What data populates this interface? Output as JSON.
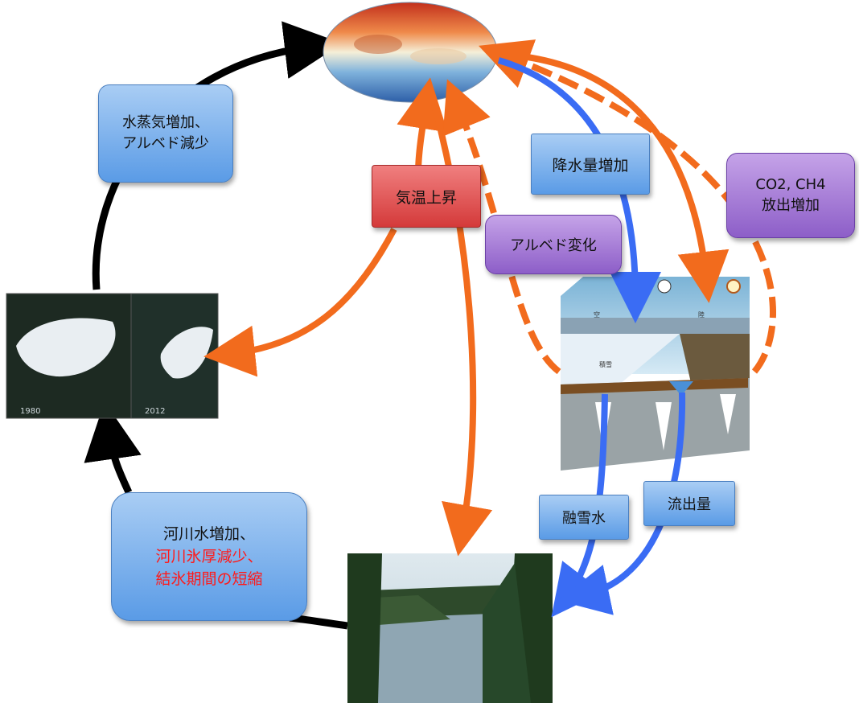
{
  "boxes": {
    "vapor": {
      "line1": "水蒸気増加、",
      "line2": "アルベド減少"
    },
    "temp": {
      "label": "気温上昇"
    },
    "precip": {
      "label": "降水量増加"
    },
    "albedo": {
      "label": "アルベド変化"
    },
    "co2": {
      "line1": "CO2, CH4",
      "line2": "放出増加"
    },
    "snowmelt": {
      "label": "融雪水"
    },
    "runoff": {
      "label": "流出量"
    },
    "river": {
      "line1": "河川水増加、",
      "line2": "河川氷厚減少、",
      "line3": "結氷期間の短縮"
    }
  },
  "images": {
    "seaice": {
      "left_year": "1980",
      "right_year": "2012"
    },
    "block": {
      "label_sky": "空",
      "label_snow": "積雪",
      "label_right": "陸"
    }
  },
  "colors": {
    "orange": "#f26b1d",
    "blue": "#3a6cf4",
    "black": "#000000",
    "purple": "#9b6bd6",
    "red_text": "#ff1a1a"
  }
}
